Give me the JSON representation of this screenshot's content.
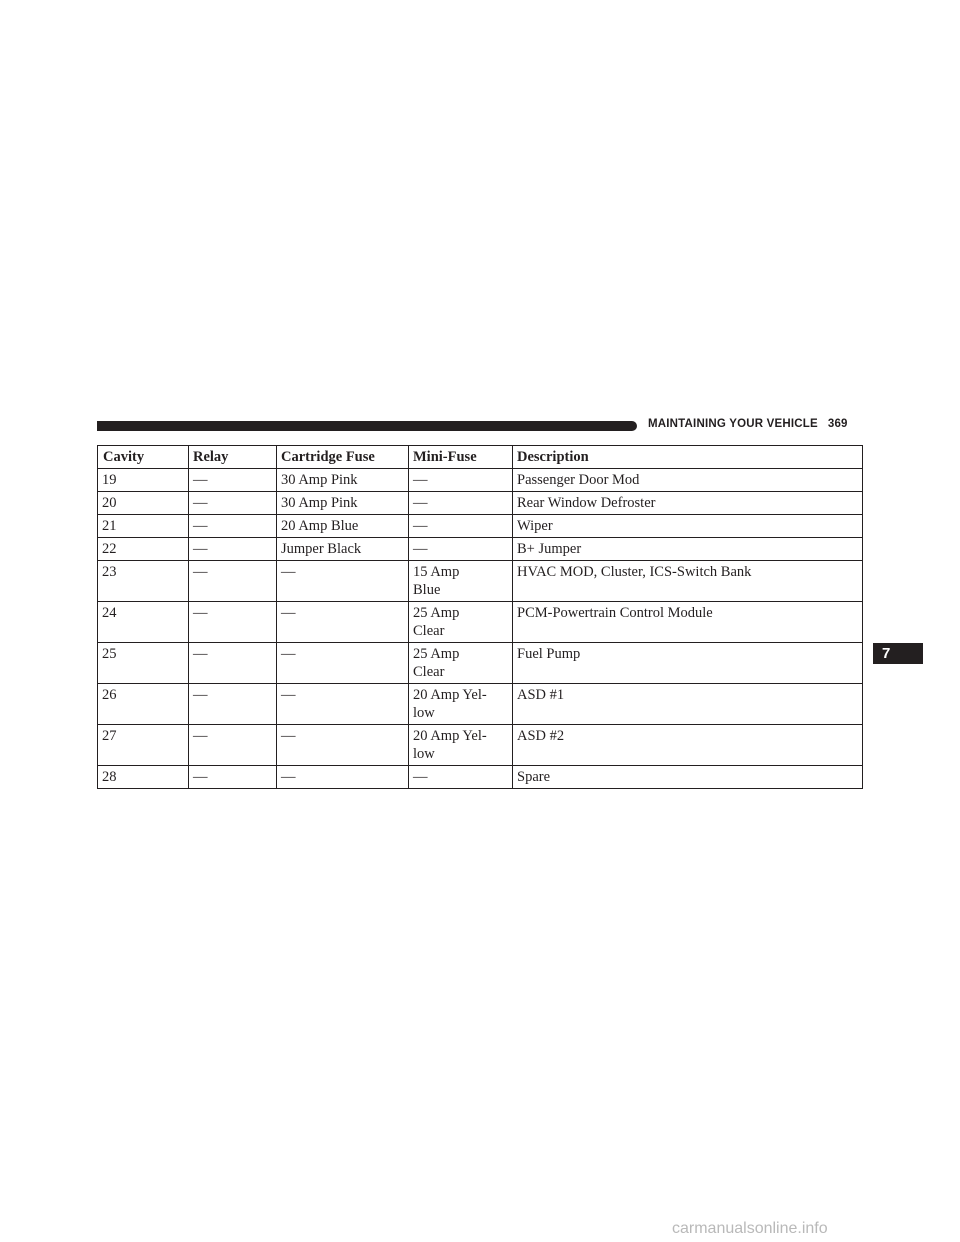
{
  "page": {
    "section_title": "MAINTAINING YOUR VEHICLE",
    "page_number": "369",
    "chapter_tab": "7",
    "watermark": "carmanualsonline.info"
  },
  "table": {
    "headers": [
      "Cavity",
      "Relay",
      "Cartridge Fuse",
      "Mini-Fuse",
      "Description"
    ],
    "rows": [
      [
        "19",
        "—",
        "30 Amp Pink",
        "—",
        "Passenger Door Mod"
      ],
      [
        "20",
        "—",
        "30 Amp Pink",
        "—",
        "Rear Window Defroster"
      ],
      [
        "21",
        "—",
        "20 Amp Blue",
        "—",
        "Wiper"
      ],
      [
        "22",
        "—",
        "Jumper Black",
        "—",
        "B+ Jumper"
      ],
      [
        "23",
        "—",
        "—",
        "15 Amp\nBlue",
        "HVAC MOD, Cluster, ICS-Switch Bank"
      ],
      [
        "24",
        "—",
        "—",
        "25 Amp\nClear",
        "PCM-Powertrain Control Module"
      ],
      [
        "25",
        "—",
        "—",
        "25 Amp\nClear",
        "Fuel Pump"
      ],
      [
        "26",
        "—",
        "—",
        "20 Amp Yel-\nlow",
        "ASD #1"
      ],
      [
        "27",
        "—",
        "—",
        "20 Amp Yel-\nlow",
        "ASD #2"
      ],
      [
        "28",
        "—",
        "—",
        "—",
        "Spare"
      ]
    ]
  },
  "colors": {
    "ink": "#231f20",
    "watermark": "#b9b9b9"
  }
}
